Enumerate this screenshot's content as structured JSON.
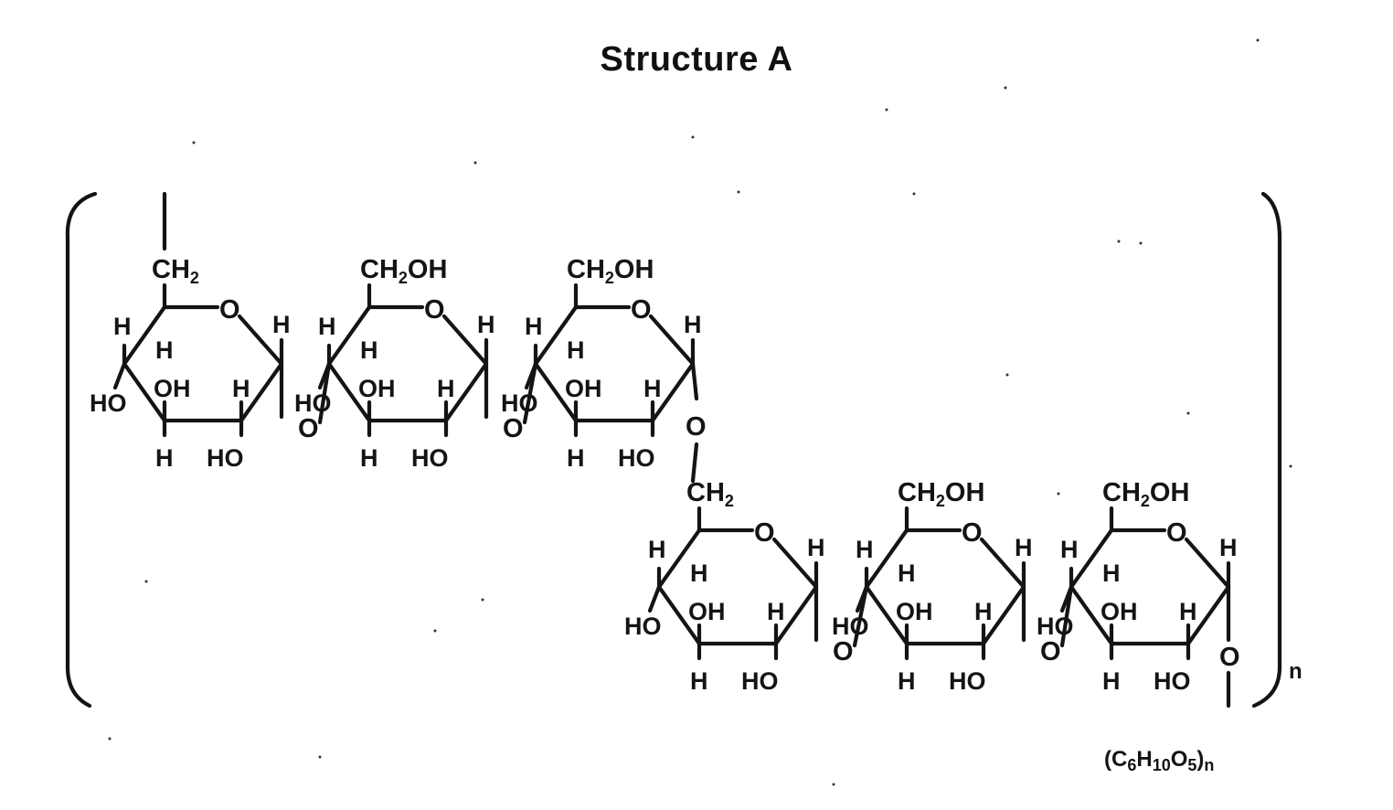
{
  "title": "Structure A",
  "atoms": {
    "H": "H",
    "O": "O",
    "OH": "OH",
    "HO": "HO",
    "CH": "CH",
    "CH2_main": "CH",
    "CH2OH_main": "CH",
    "CH2OH_tail": "OH"
  },
  "subscripts": {
    "ring1_ch": "2",
    "ring4_ch": "2",
    "ch2oh": "2"
  },
  "repeat_index": "n",
  "formula": {
    "open": "(C",
    "c_sub": "6",
    "h": "H",
    "h_sub": "10",
    "o": "O",
    "o_sub": "5",
    "close": ")",
    "n_sub": "n"
  },
  "colors": {
    "ink": "#141414",
    "background": "#ffffff"
  }
}
